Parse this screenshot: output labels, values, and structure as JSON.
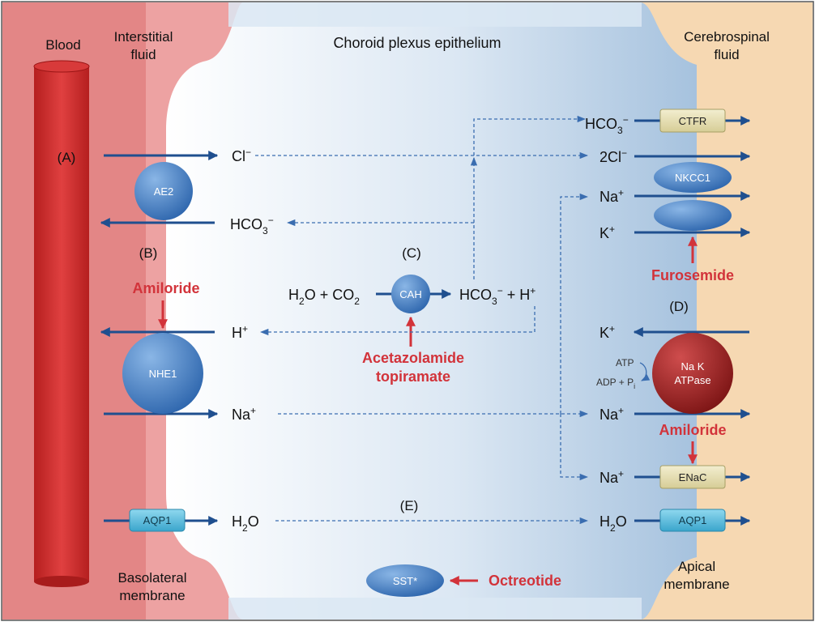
{
  "regions": {
    "blood": "Blood",
    "interstitial_1": "Interstitial",
    "interstitial_2": "fluid",
    "epithelium": "Choroid plexus epithelium",
    "csf_1": "Cerebrospinal",
    "csf_2": "fluid",
    "basolateral_1": "Basolateral",
    "basolateral_2": "membrane",
    "apical_1": "Apical",
    "apical_2": "membrane"
  },
  "markers": {
    "a": "(A)",
    "b": "(B)",
    "c": "(C)",
    "d": "(D)",
    "e": "(E)"
  },
  "proteins": {
    "ae2": "AE2",
    "nhe1": "NHE1",
    "cah": "CAH",
    "aqp1_left": "AQP1",
    "aqp1_right": "AQP1",
    "cftr": "CTFR",
    "nkcc1": "NKCC1",
    "nak_1": "Na K",
    "nak_2": "ATPase",
    "enac": "ENaC",
    "sst": "SST*"
  },
  "drugs": {
    "amiloride_left": "Amiloride",
    "acetazolamide": "Acetazolamide",
    "topiramate": "topiramate",
    "furosemide": "Furosemide",
    "amiloride_right": "Amiloride",
    "octreotide": "Octreotide"
  },
  "ions": {
    "cl_left": "Cl",
    "hco3_left": "HCO",
    "h_left": "H",
    "na_left": "Na",
    "h2o_left": "H",
    "h2o_co2_a": "H",
    "h2o_co2_b": "O + CO",
    "hco3_h": "HCO",
    "hco3_h_tail": " + H",
    "hco3_right": "HCO",
    "cl2_right": "2Cl",
    "na_right_1": "Na",
    "k_right_1": "K",
    "k_right_2": "K",
    "na_right_2": "Na",
    "na_right_3": "Na",
    "h2o_right": "H"
  },
  "notation": {
    "minus": "−",
    "plus": "+",
    "sub3": "3",
    "sub2": "2",
    "o": "O",
    "atp": "ATP",
    "adp": "ADP + P",
    "sub_i": "i"
  },
  "colors": {
    "blood_zone": "#e07f7f",
    "blood_vessel": "#cc2b2b",
    "csf_zone": "#f5d7b0",
    "cell": "#c8dcee",
    "arrow": "#1f4f8f",
    "drug": "#d2333a",
    "protein_blue": "#3f7fc7",
    "channel_cyan": "#4ab6d6",
    "pump": "#a92a2a",
    "khaki": "#e6dfb4"
  }
}
